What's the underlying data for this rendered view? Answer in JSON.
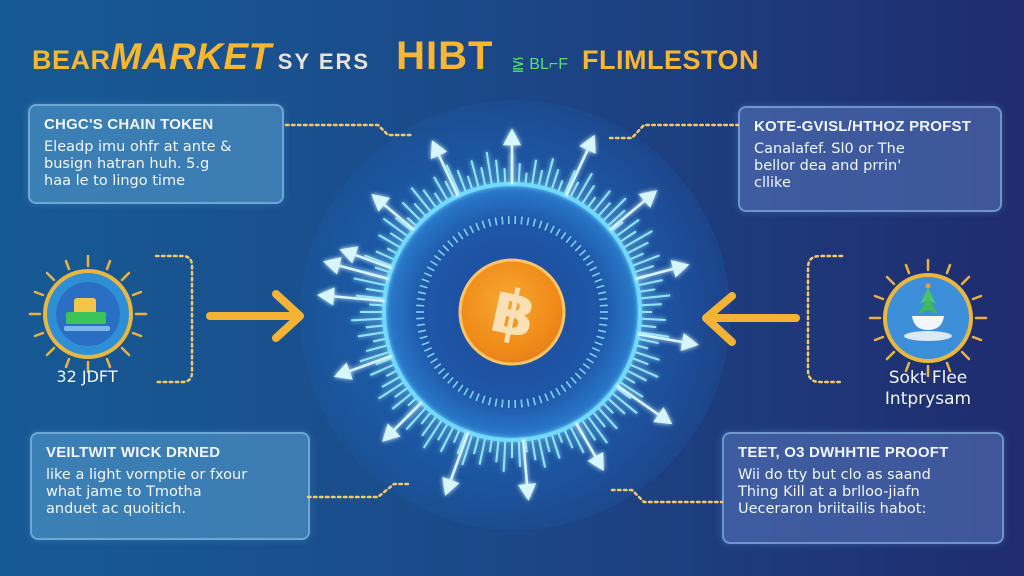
{
  "header": {
    "title_parts": [
      "BEAR",
      "MARKET",
      "SY ERS",
      "HIBT",
      "⪠ BL⌐F",
      "FLIMLESTON"
    ]
  },
  "cards": [
    {
      "position": "top-left",
      "heading": "CHGC'S CHAIN TOKEN",
      "lines": [
        "Eleadp imu ohfr at ante &",
        "busign hatran huh. 5.g",
        "haa le to lingo time"
      ]
    },
    {
      "position": "top-right",
      "heading": "KOTE-GVISL/HTHOZ PROFST",
      "lines": [
        "Canalafef. Sl0 or The",
        "bellor dea and prrin'",
        "cllike"
      ]
    },
    {
      "position": "bottom-left",
      "heading": "VEILTWIT WICK DRNED",
      "lines": [
        "like a light vornptie or fxour",
        "what jame to Tmotha",
        "anduet ac quoitich."
      ]
    },
    {
      "position": "bottom-right",
      "heading": "TEET, O3 DWHHTIE PROOFT",
      "lines": [
        "Wii do tty but clo as saand",
        "Thing Kill at a brlloo-jiafn",
        "Ueceraron briitailis habot:"
      ]
    }
  ],
  "badges": [
    {
      "side": "left",
      "icon": "coin-stack",
      "label_lines": [
        "32 JDFT"
      ]
    },
    {
      "side": "right",
      "icon": "plant-bowl",
      "label_lines": [
        "Sokt Flee",
        "Intprysam"
      ]
    }
  ],
  "center": {
    "symbol": "฿",
    "name": "Bitcoin"
  },
  "colors": {
    "accent_gold": "#f7b733",
    "coin_orange": "#f39a1e",
    "glow_cyan": "#7fe4ff",
    "bg_left": "#165a94",
    "bg_right": "#1f2c6e"
  }
}
